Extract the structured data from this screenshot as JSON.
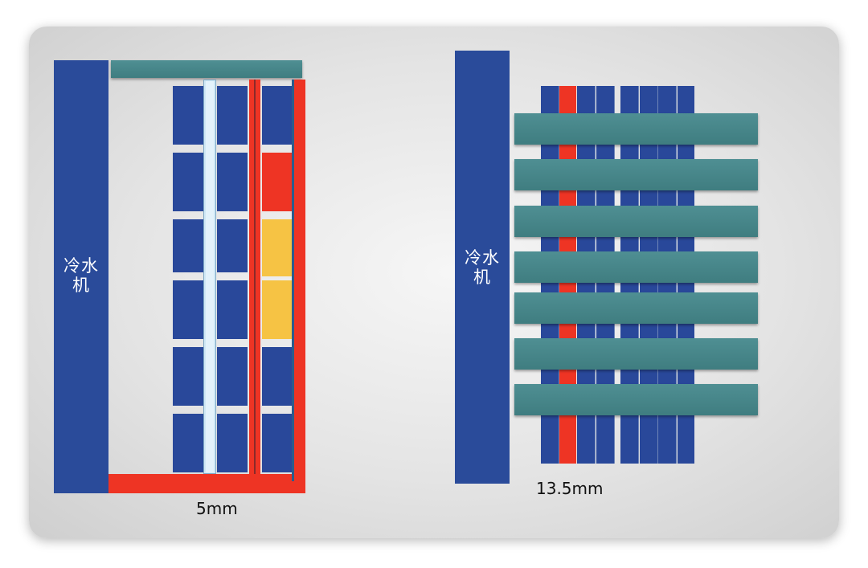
{
  "left_diagram": {
    "chiller_label_line1": "冷水",
    "chiller_label_line2": "机",
    "dimension_label": "5mm"
  },
  "right_diagram": {
    "chiller_label_line1": "冷水",
    "chiller_label_line2": "机",
    "dimension_label": "13.5mm"
  },
  "colors": {
    "chiller_blue": "#2a4b9a",
    "cell_blue": "#29489a",
    "pipe_red": "#ee3424",
    "hot_yellow": "#f6c344",
    "teal_bar": "#4a8a8e",
    "light_blue_pipe": "#cfe8f5"
  }
}
